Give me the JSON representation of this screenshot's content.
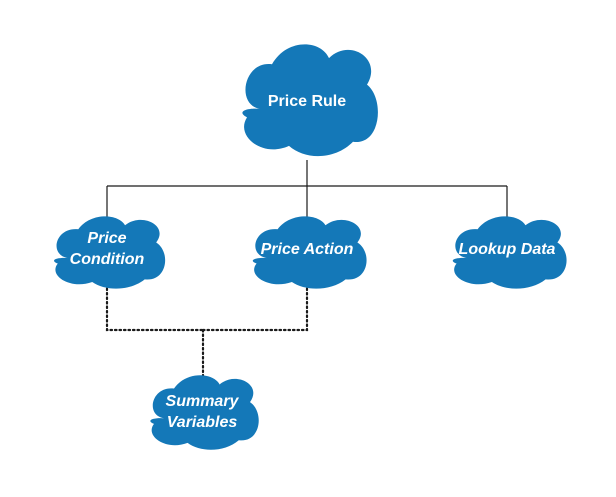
{
  "colors": {
    "cloud": "#1478b8",
    "text": "#ffffff",
    "connector": "#1a1a1a"
  },
  "nodes": {
    "price_rule": {
      "label": "Price Rule"
    },
    "price_condition": {
      "line1": "Price",
      "line2": "Condition"
    },
    "price_action": {
      "label": "Price Action"
    },
    "lookup_data": {
      "label": "Lookup Data"
    },
    "summary_variables": {
      "line1": "Summary",
      "line2": "Variables"
    }
  }
}
